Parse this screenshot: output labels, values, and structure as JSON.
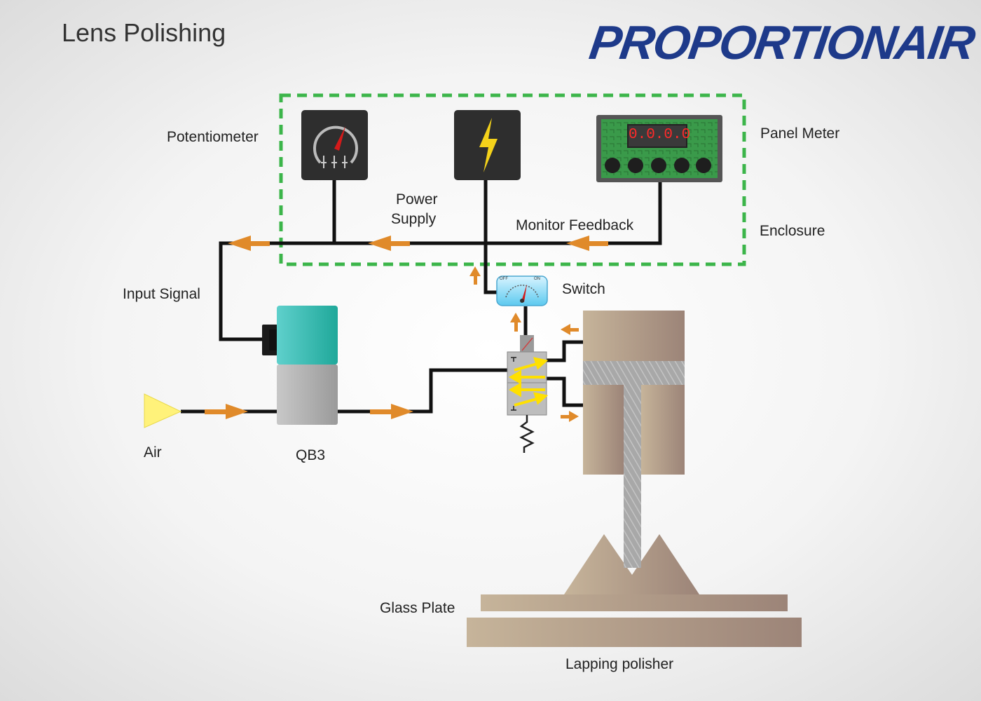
{
  "title": "Lens Polishing",
  "logo": {
    "part1": "PROPORTION",
    "part2": "AIR"
  },
  "labels": {
    "potentiometer": "Potentiometer",
    "power_supply_line1": "Power",
    "power_supply_line2": "Supply",
    "panel_meter": "Panel Meter",
    "monitor_feedback": "Monitor Feedback",
    "enclosure": "Enclosure",
    "input_signal": "Input Signal",
    "switch": "Switch",
    "air": "Air",
    "qb3": "QB3",
    "glass_plate": "Glass Plate",
    "lapping_polisher": "Lapping polisher"
  },
  "panel_meter": {
    "display": "0.0.0.0"
  },
  "switch_gauge": {
    "off": "OFF",
    "on": "ON"
  },
  "colors": {
    "enclosure_border": "#3cb54a",
    "flow_arrow": "#e08a2a",
    "wire": "#111111",
    "logo": "#1e3a8a",
    "qb3_top": "#27b5ad",
    "meter_digits": "#ff2a2a"
  },
  "icons": {
    "potentiometer": "potentiometer-dial-icon",
    "power_supply": "lightning-bolt-icon",
    "air_source": "triangle-source-icon"
  }
}
